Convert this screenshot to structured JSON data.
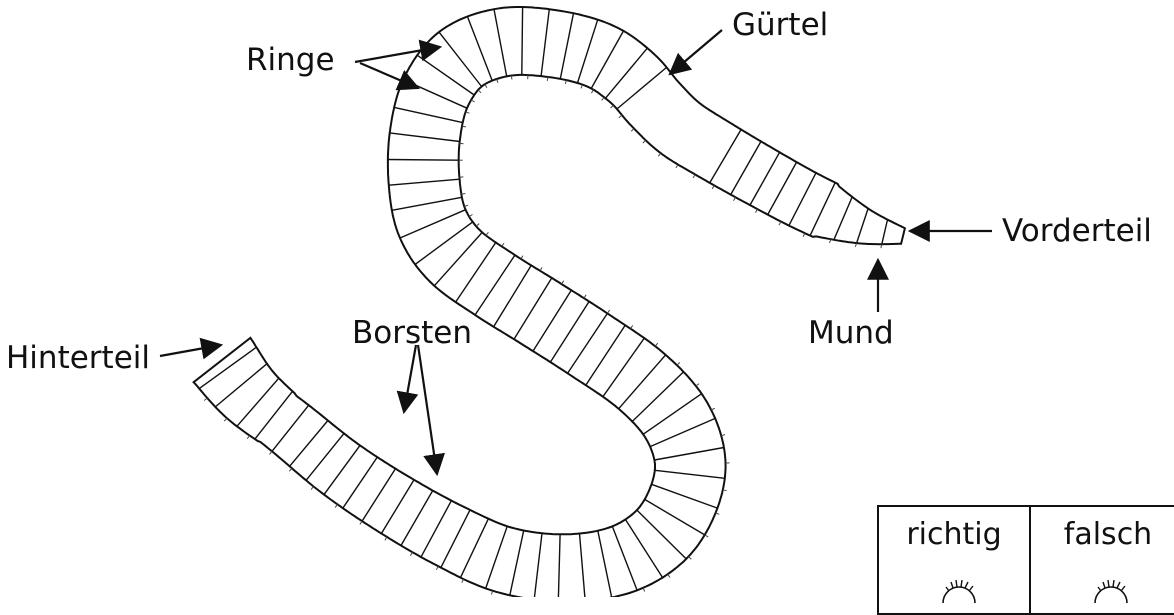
{
  "labels": {
    "ringe": "Ringe",
    "guertel": "Gürtel",
    "vorderteil": "Vorderteil",
    "mund": "Mund",
    "hinterteil": "Hinterteil",
    "borsten": "Borsten"
  },
  "answer_box": {
    "richtig": "richtig",
    "falsch": "falsch"
  }
}
